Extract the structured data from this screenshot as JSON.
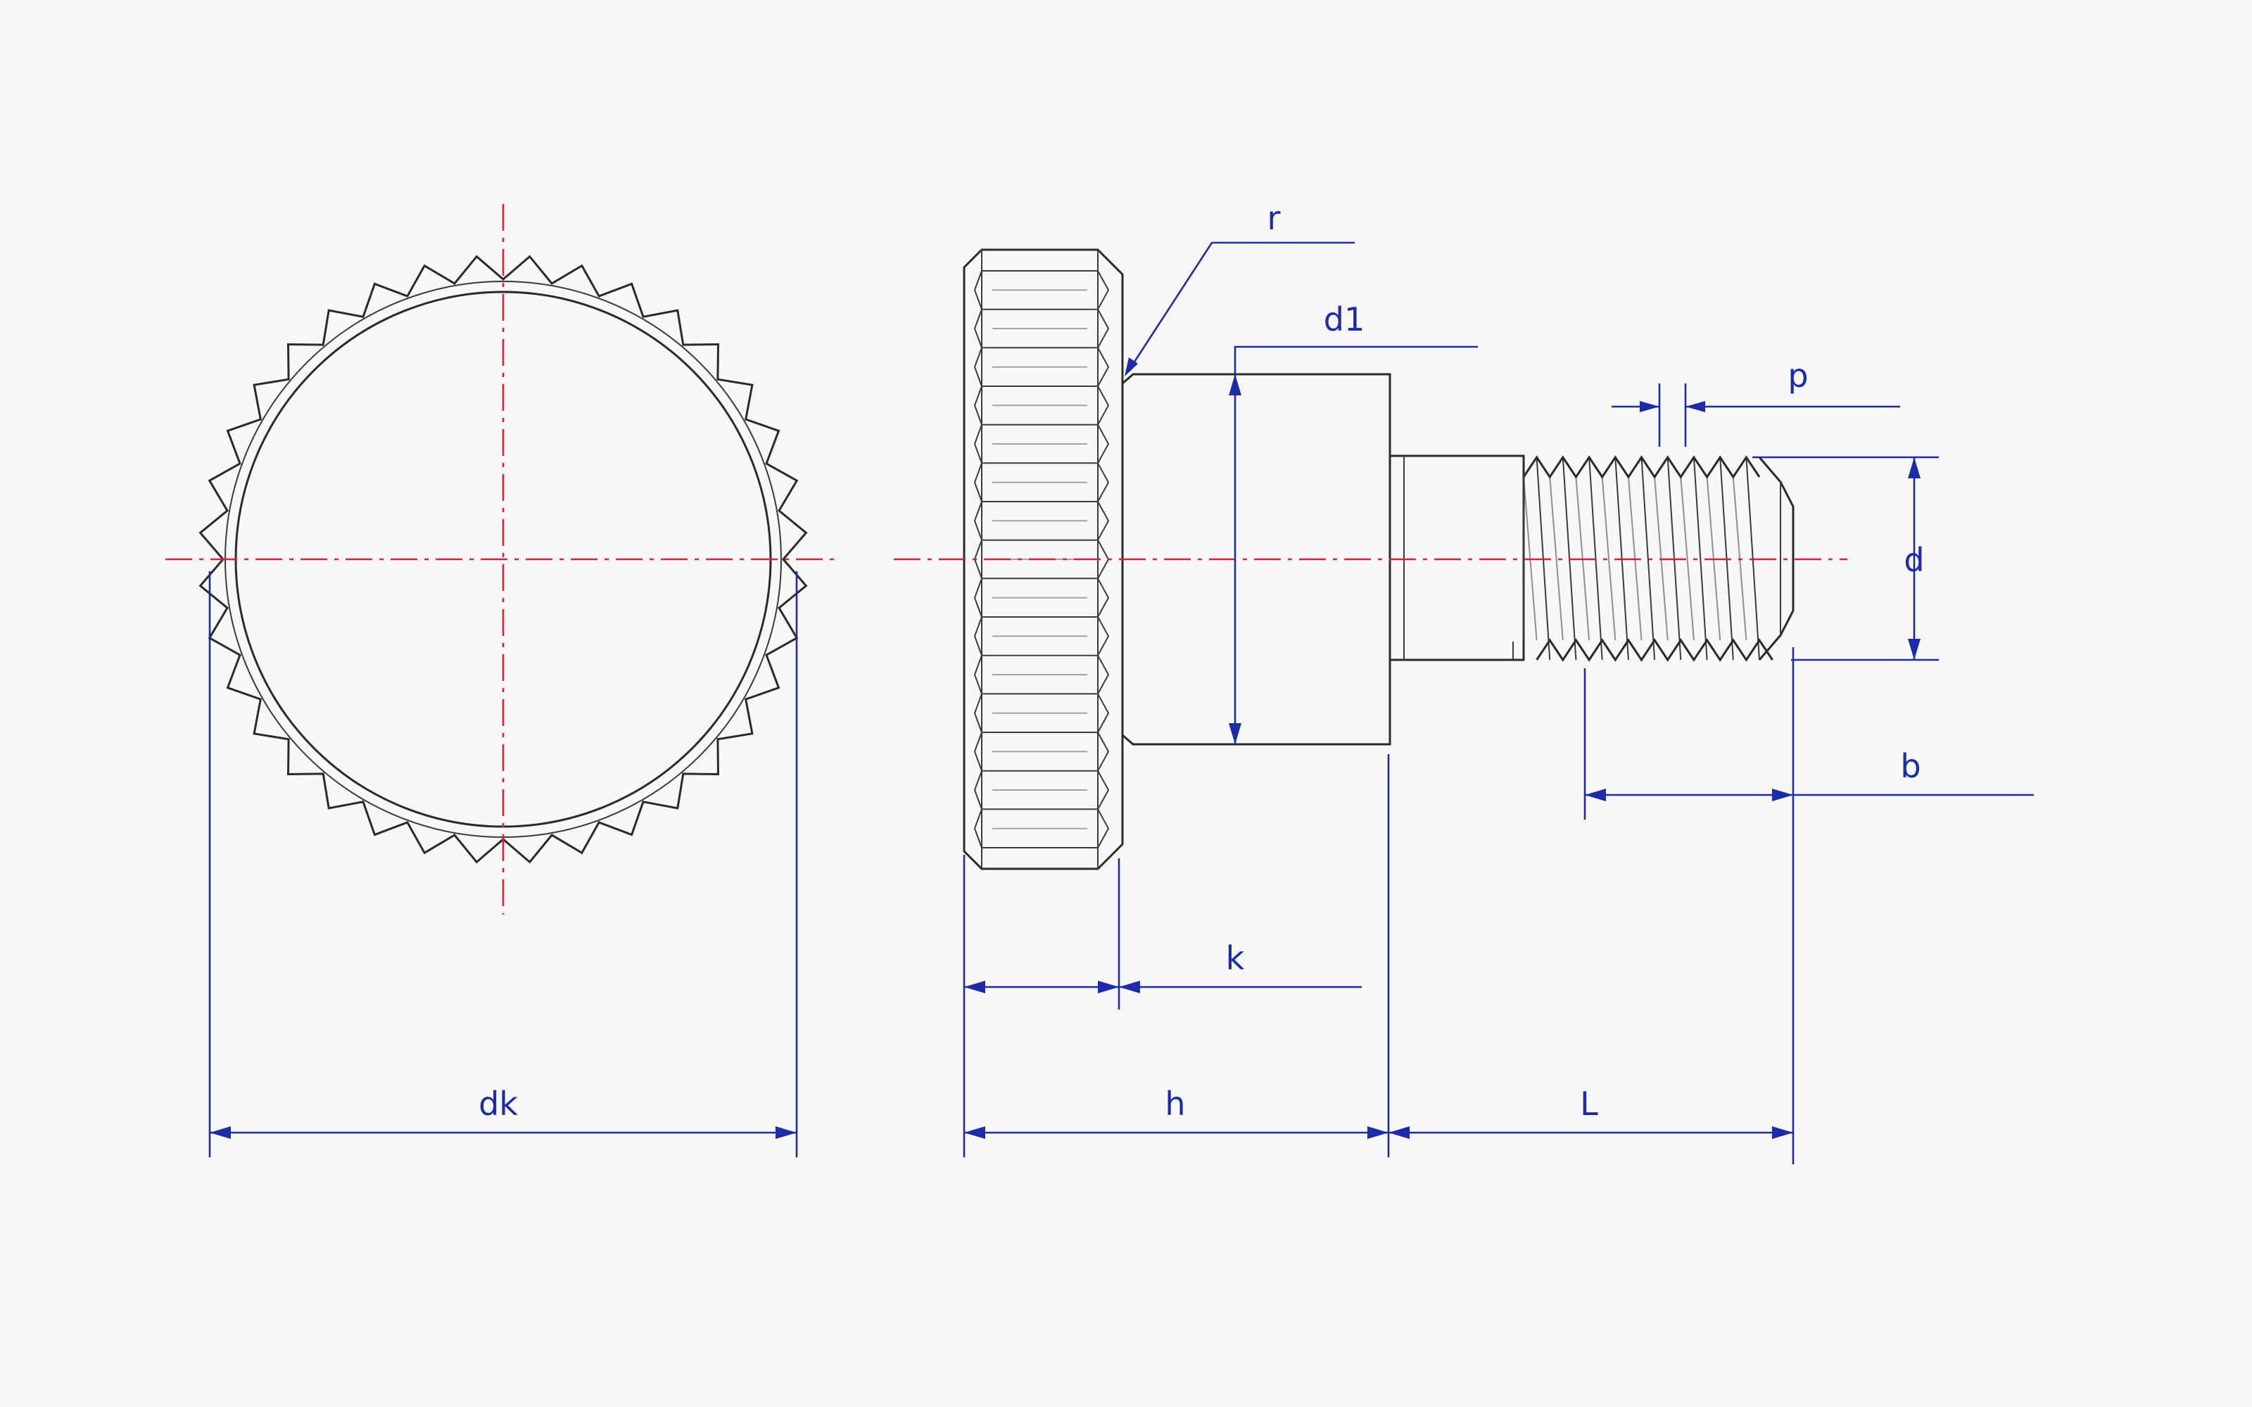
{
  "title": "Knurled thumb screw with collar - dimension drawing",
  "labels": {
    "r": "r",
    "d1": "d1",
    "p": "p",
    "d": "d",
    "b": "b",
    "k": "k",
    "dk": "dk",
    "h": "h",
    "L": "L"
  },
  "colors": {
    "outline": "#2a2a2a",
    "centerline": "#d0243a",
    "dimension": "#1c2ba8",
    "background": "#f7f7f8"
  },
  "knurl": {
    "teeth": 36,
    "ribs": 15
  },
  "thread": {
    "turns": 9
  }
}
